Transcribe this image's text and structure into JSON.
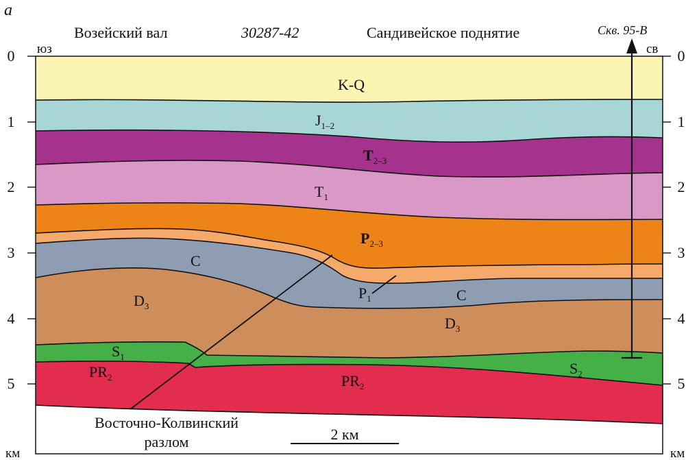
{
  "panel_label": "а",
  "header": {
    "left": "Возейский вал",
    "center": "30287-42",
    "right": "Сандивейское поднятие",
    "well": "Скв. 95-В"
  },
  "directions": {
    "left": "юз",
    "right": "св"
  },
  "depth_axis": {
    "ticks": [
      "0",
      "1",
      "2",
      "3",
      "4",
      "5"
    ],
    "unit": "км"
  },
  "layers": [
    {
      "id": "kq",
      "color": "#fbf4b3"
    },
    {
      "id": "j12",
      "color": "#a8d5d6"
    },
    {
      "id": "t23",
      "color": "#a5328d"
    },
    {
      "id": "t1",
      "color": "#d998c6"
    },
    {
      "id": "p23",
      "color": "#ee8418"
    },
    {
      "id": "p1",
      "color": "#f5aa6c"
    },
    {
      "id": "c",
      "color": "#8f9db3"
    },
    {
      "id": "d3",
      "color": "#cd8e5b"
    },
    {
      "id": "s1s2",
      "color": "#45b047"
    },
    {
      "id": "pr2",
      "color": "#e22d4e"
    }
  ],
  "labels": {
    "kq": "K-Q",
    "j": "J",
    "j_sub": "1–2",
    "t23": "T",
    "t23_sub": "2–3",
    "t1": "T",
    "t1_sub": "1",
    "p23": "P",
    "p23_sub": "2–3",
    "c_left": "C",
    "c_right": "C",
    "p1": "P",
    "p1_sub": "1",
    "d3_left": "D",
    "d3_left_sub": "3",
    "d3_right": "D",
    "d3_right_sub": "3",
    "s1": "S",
    "s1_sub": "1",
    "s2": "S",
    "s2_sub": "2",
    "pr_left": "PR",
    "pr_left_sub": "2",
    "pr_right": "PR",
    "pr_right_sub": "2"
  },
  "fault": {
    "name_line1": "Восточно-Колвинский",
    "name_line2": "разлом"
  },
  "scale_bar": {
    "label": "2 км"
  }
}
